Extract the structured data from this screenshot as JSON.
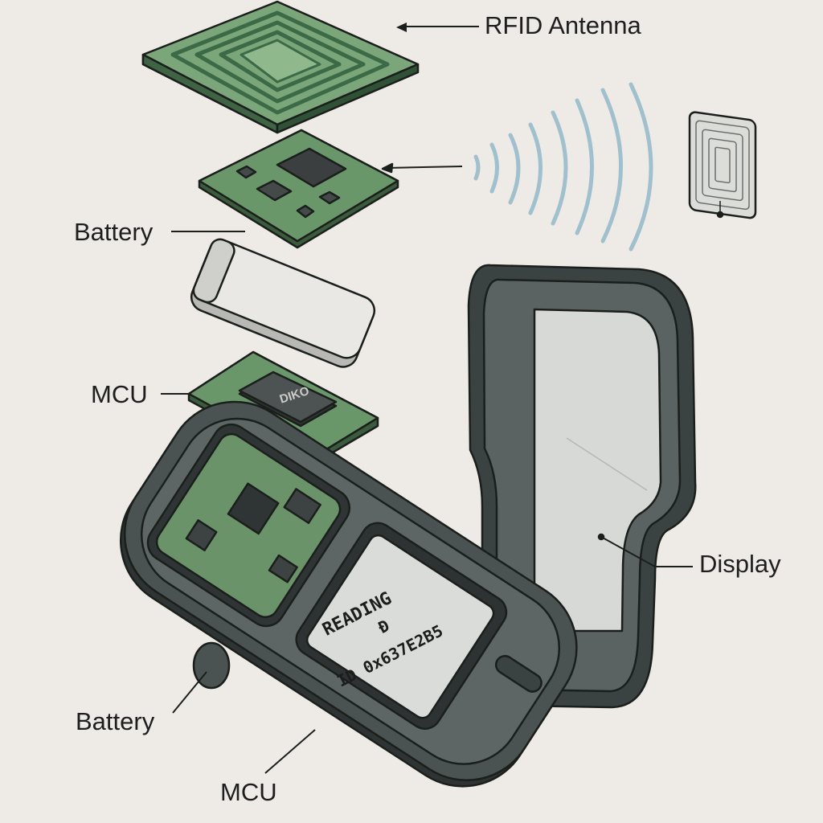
{
  "labels": {
    "rfid_antenna": "RFID Antenna",
    "battery_top": "Battery",
    "mcu_top": "MCU",
    "display": "Display",
    "battery_bottom": "Battery",
    "mcu_bottom": "MCU"
  },
  "chip_marking": "DIKO",
  "screen": {
    "status": "READING",
    "id": "ID 0x637E2B5"
  },
  "colors": {
    "background": "#eeebe6",
    "pcb": "#5e8a5c",
    "antenna": "#6a9a6a",
    "housing": "#3d4444",
    "waves": "#9fc0cd",
    "screen": "#d9dcd9"
  }
}
